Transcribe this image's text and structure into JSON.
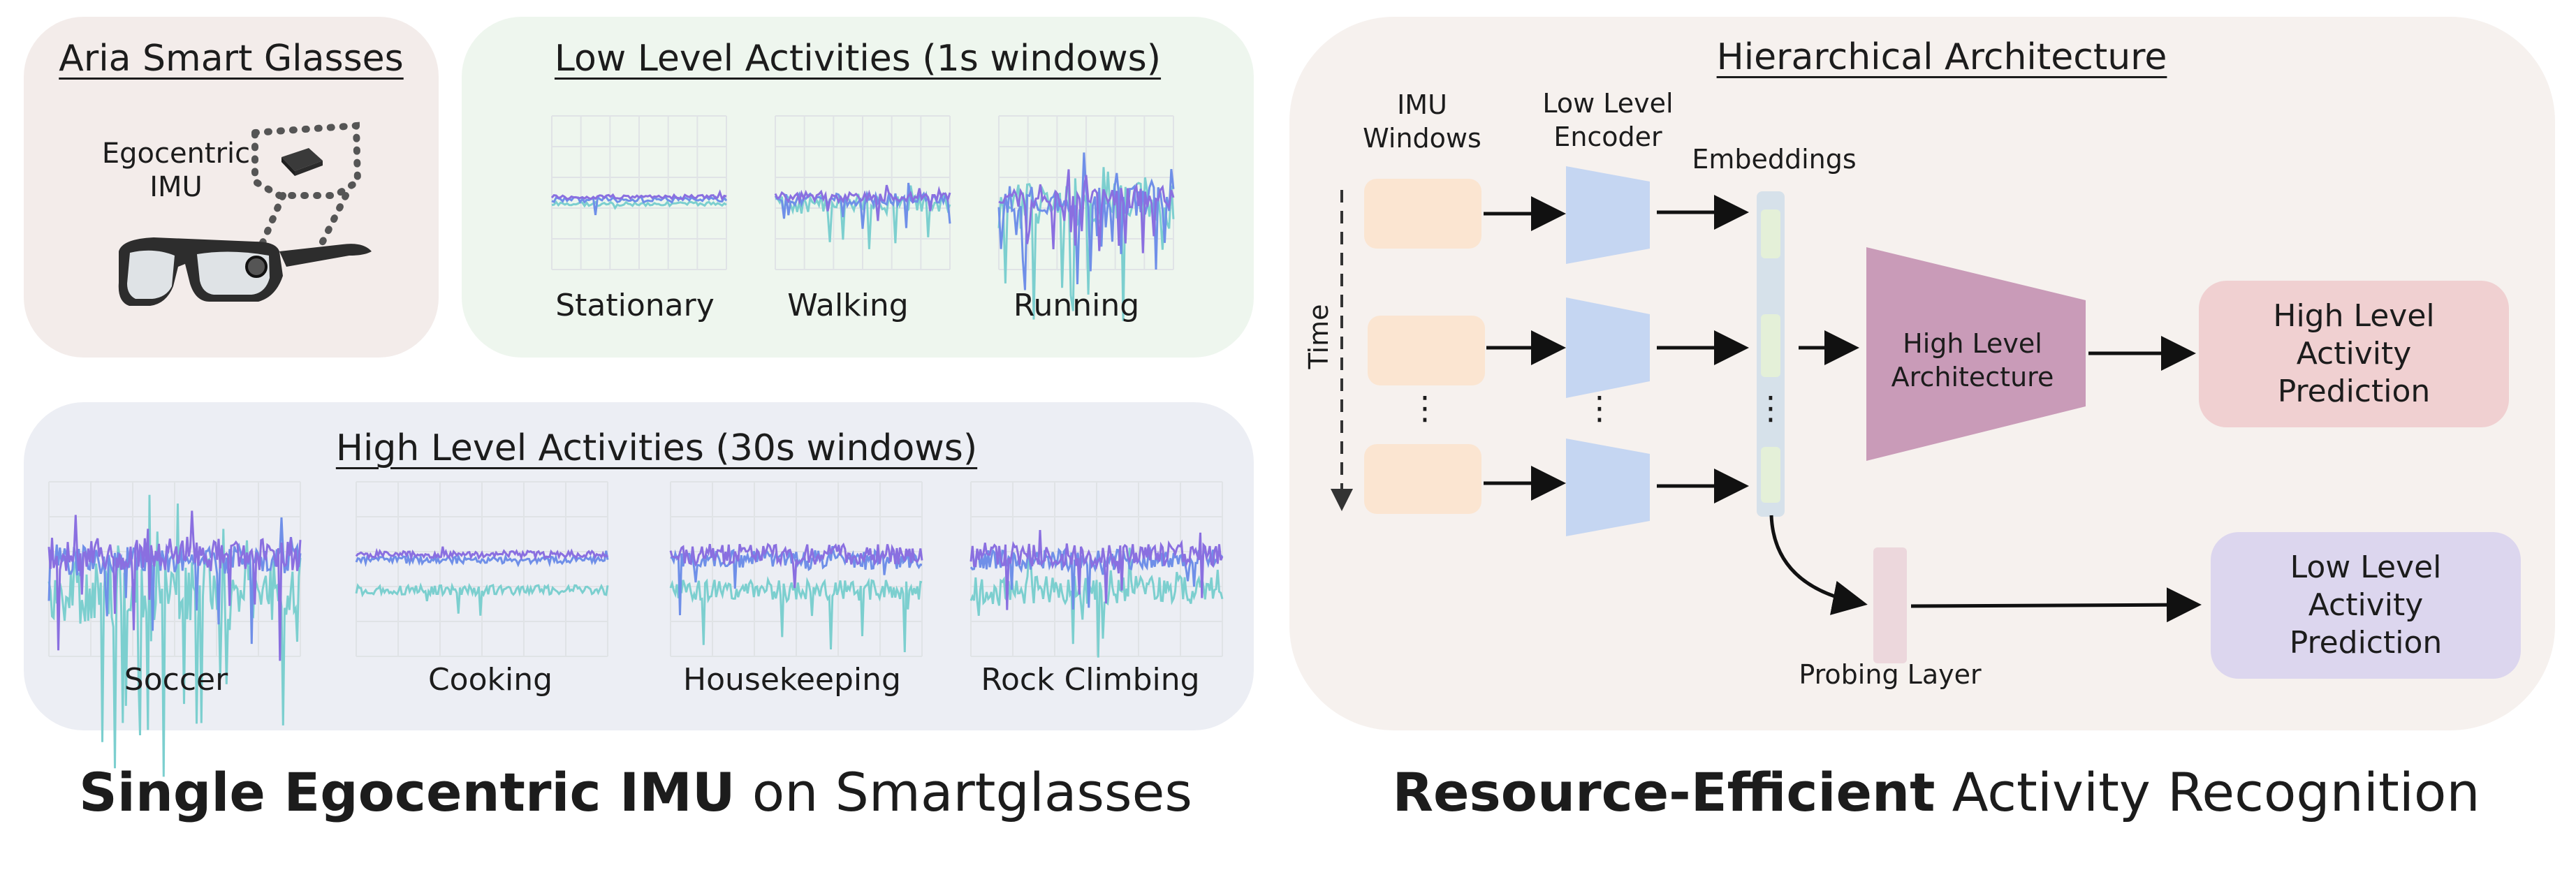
{
  "aria": {
    "title": "Aria Smart Glasses",
    "imu_label_line1": "Egocentric",
    "imu_label_line2": "IMU"
  },
  "low_level": {
    "title": "Low Level Activities (1s windows)",
    "activities": [
      "Stationary",
      "Walking",
      "Running"
    ]
  },
  "high_level": {
    "title": "High Level Activities (30s windows)",
    "activities": [
      "Soccer",
      "Cooking",
      "Housekeeping",
      "Rock Climbing"
    ]
  },
  "architecture": {
    "title": "Hierarchical Architecture",
    "imu_windows_line1": "IMU",
    "imu_windows_line2": "Windows",
    "encoder_line1": "Low Level",
    "encoder_line2": "Encoder",
    "embeddings": "Embeddings",
    "time": "Time",
    "high_arch_line1": "High Level",
    "high_arch_line2": "Architecture",
    "high_pred_line1": "High Level",
    "high_pred_line2": "Activity",
    "high_pred_line3": "Prediction",
    "low_pred_line1": "Low Level",
    "low_pred_line2": "Activity",
    "low_pred_line3": "Prediction",
    "probing": "Probing Layer",
    "ellipsis": "⋮"
  },
  "captions": {
    "left_bold": "Single Egocentric IMU",
    "left_rest": " on Smartglasses",
    "right_bold": "Resource-Efficient",
    "right_rest": " Activity Recognition"
  },
  "colors": {
    "imu_window": "#fbe5d1",
    "encoder": "#c5d6f2",
    "embedding_bar": "#d6e1ea",
    "embedding_cell": "#e4f0d8",
    "high_arch": "#c99bb8",
    "high_pred": "#f0d0d1",
    "low_pred": "#dcd6ee",
    "probe": "#ecd7dc",
    "signal_purple": "#8a6fe0",
    "signal_teal": "#7ccfcf"
  }
}
